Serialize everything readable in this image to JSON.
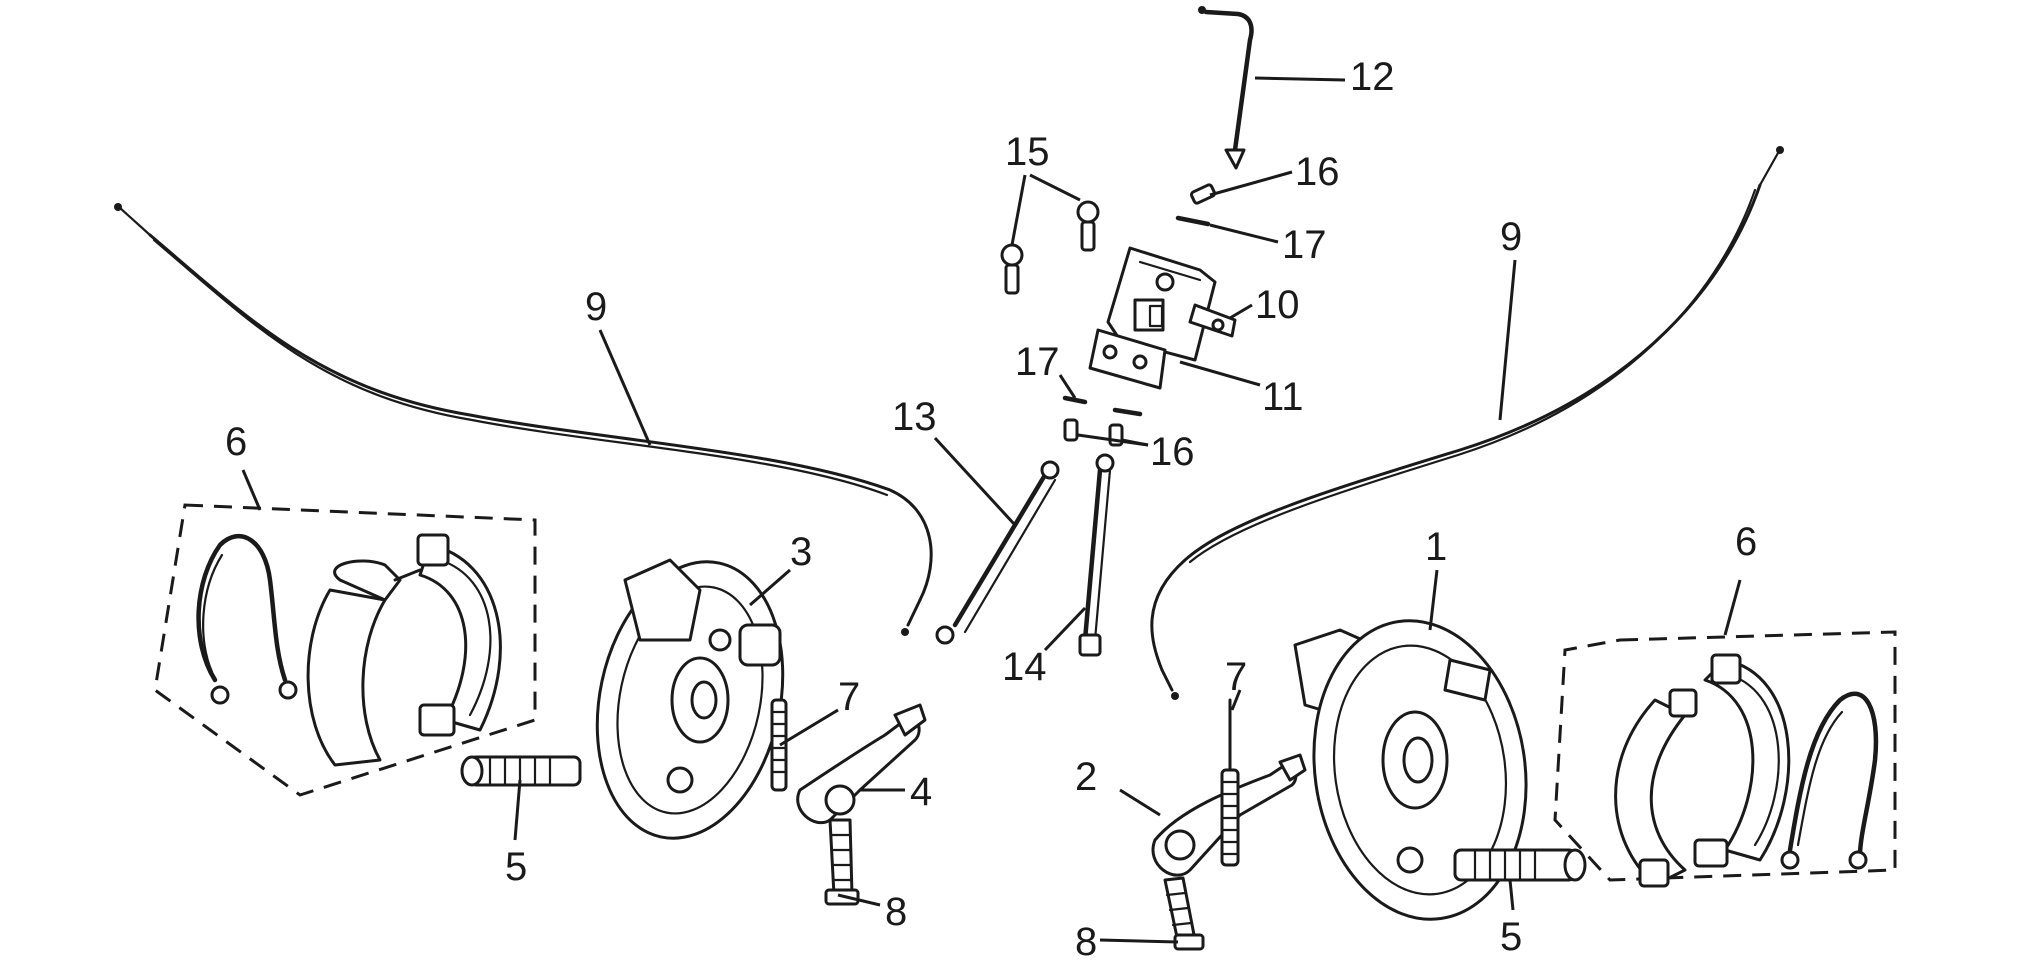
{
  "callouts": {
    "c1": "1",
    "c2": "2",
    "c3": "3",
    "c4": "4",
    "c5_left": "5",
    "c5_right": "5",
    "c6_left": "6",
    "c6_right": "6",
    "c7_left": "7",
    "c7_right": "7",
    "c8_left": "8",
    "c8_right": "8",
    "c9_left": "9",
    "c9_right": "9",
    "c10": "10",
    "c11": "11",
    "c12": "12",
    "c13": "13",
    "c14": "14",
    "c15": "15",
    "c16_top": "16",
    "c16_bottom": "16",
    "c17_top": "17",
    "c17_bottom": "17"
  }
}
